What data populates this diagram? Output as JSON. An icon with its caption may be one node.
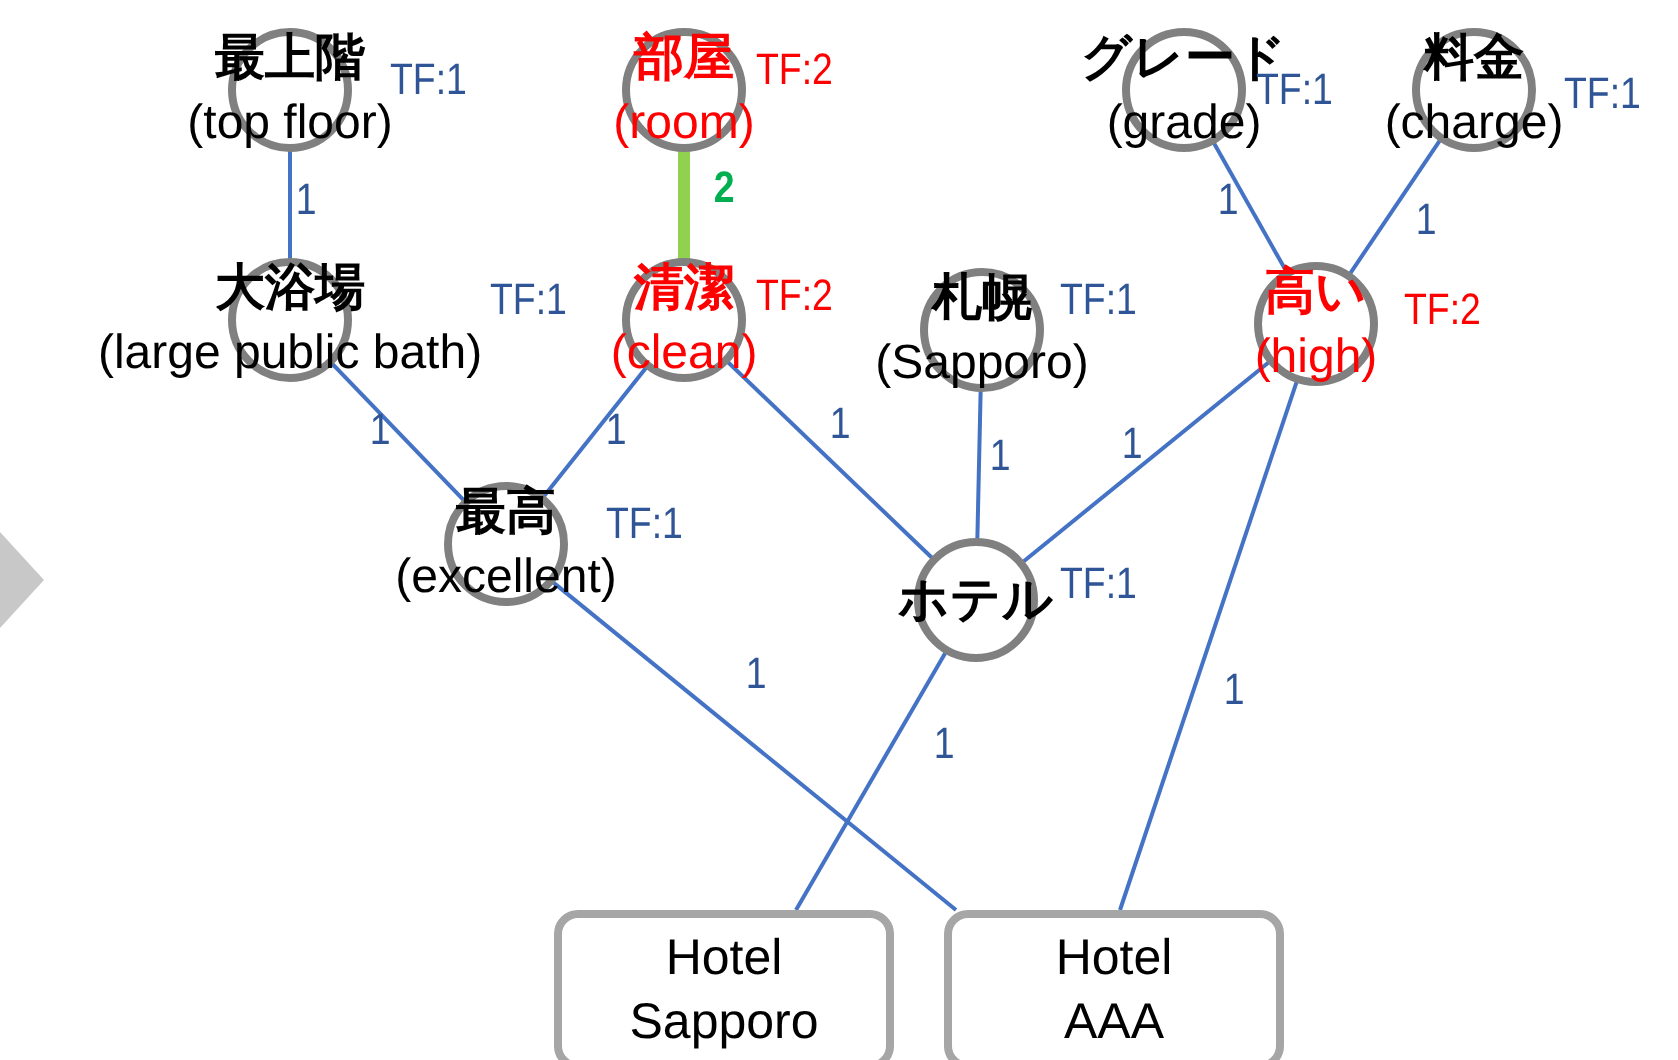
{
  "diagram": {
    "nodes": [
      {
        "text": [
          "最上階",
          "(top floor)"
        ],
        "beside": [
          "TF:1"
        ]
      },
      {
        "text": [
          "部屋",
          "(room)"
        ],
        "beside": [
          "TF:2"
        ]
      },
      {
        "text": [
          "グレード",
          "(grade)"
        ],
        "beside": [
          "TF:1"
        ]
      },
      {
        "text": [
          "料金",
          "(charge)"
        ],
        "beside": [
          "TF:1"
        ]
      },
      {
        "text": [
          "大浴場",
          "(large public bath)"
        ],
        "beside": [
          "TF:1"
        ]
      },
      {
        "text": [
          "清潔",
          "(clean)"
        ],
        "beside": [
          "TF:2"
        ]
      },
      {
        "text": [
          "札幌",
          "(Sapporo)"
        ],
        "beside": [
          "TF:1"
        ]
      },
      {
        "text": [
          "高い",
          "(high)"
        ],
        "beside": [
          "TF:2"
        ]
      },
      {
        "text": [
          "最高",
          "(excellent)"
        ],
        "beside": [
          "TF:1"
        ]
      },
      {
        "text": [
          "ホテル"
        ],
        "beside": [
          "TF:1"
        ]
      },
      {
        "text": [
          "Hotel Sapporo"
        ]
      },
      {
        "text": [
          "Hotel AAA"
        ]
      }
    ],
    "edges": [
      {
        "from": 0,
        "to": 4,
        "arrow": "none",
        "label": "1"
      },
      {
        "from": 1,
        "to": 5,
        "arrow": "none",
        "label": "2",
        "style": "thick",
        "color": "#92d050"
      },
      {
        "from": 4,
        "to": 8,
        "arrow": "none",
        "label": "1"
      },
      {
        "from": 5,
        "to": 8,
        "arrow": "none",
        "label": "1"
      },
      {
        "from": 5,
        "to": 9,
        "arrow": "none",
        "label": "1"
      },
      {
        "from": 6,
        "to": 9,
        "arrow": "none",
        "label": "1"
      },
      {
        "from": 7,
        "to": 9,
        "arrow": "none",
        "label": "1"
      },
      {
        "from": 2,
        "to": 7,
        "arrow": "none",
        "label": "1"
      },
      {
        "from": 3,
        "to": 7,
        "arrow": "none",
        "label": "1"
      },
      {
        "from": 8,
        "to": 11,
        "arrow": "none",
        "label": "1"
      },
      {
        "from": 9,
        "to": 10,
        "arrow": "none",
        "label": "1"
      },
      {
        "from": 7,
        "to": 11,
        "arrow": "none",
        "label": "1"
      }
    ]
  }
}
